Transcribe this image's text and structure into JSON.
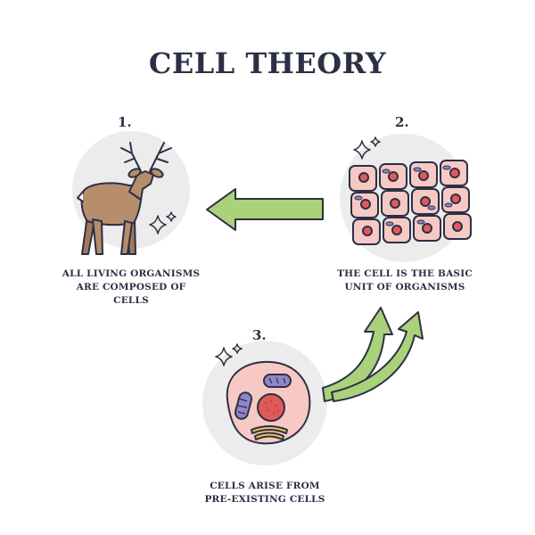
{
  "title": "CELL THEORY",
  "steps": [
    {
      "number": "1.",
      "caption_lines": [
        "ALL LIVING ORGANISMS",
        "ARE COMPOSED OF",
        "CELLS"
      ]
    },
    {
      "number": "2.",
      "caption_lines": [
        "THE CELL IS THE BASIC",
        "UNIT OF ORGANISMS"
      ]
    },
    {
      "number": "3.",
      "caption_lines": [
        "CELLS ARISE FROM",
        "PRE-EXISTING CELLS"
      ]
    }
  ],
  "colors": {
    "ink": "#2b3044",
    "circle": "#ececec",
    "arrow": "#a9d27a",
    "deer": "#b68d6d",
    "cell_fill": "#f6c9c4",
    "nucleus": "#e05a5a",
    "organelle": "#8f86c8",
    "golgi": "#f0c24c"
  }
}
